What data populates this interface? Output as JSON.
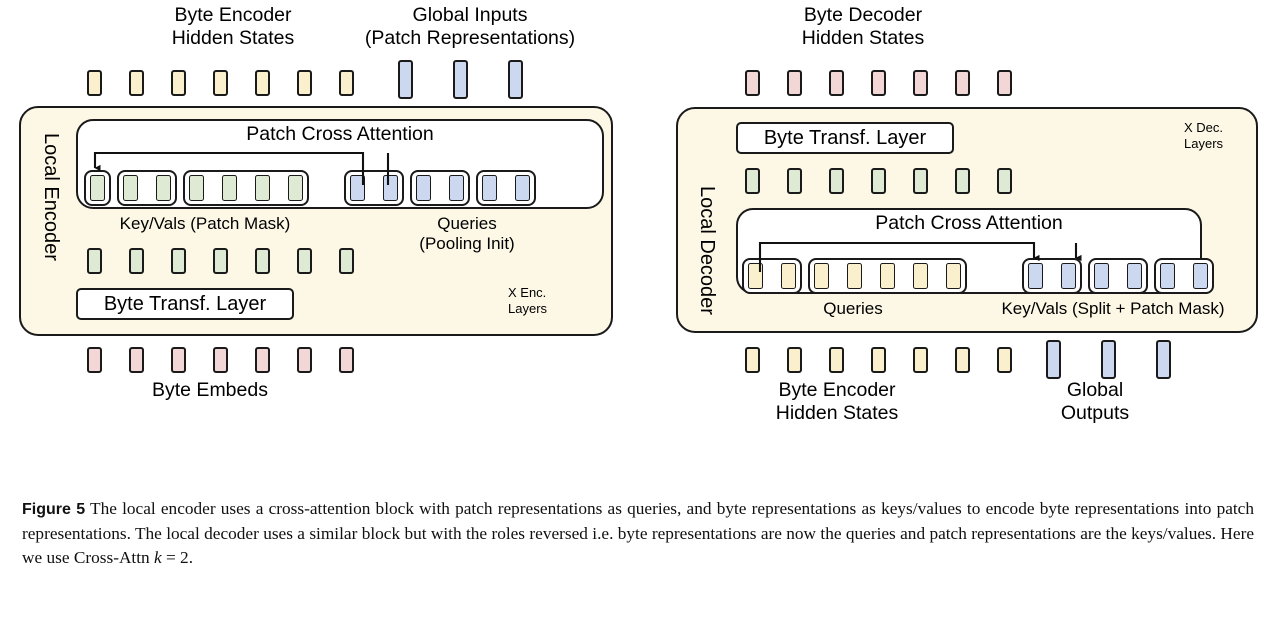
{
  "figure": {
    "number": "Figure 5",
    "caption_text": " The local encoder uses a cross-attention block with patch representations as queries, and byte representations as keys/values to encode byte representations into patch representations. The local decoder uses a similar block but with the roles reversed i.e. byte representations are now the queries and patch representations are the keys/values. Here we use Cross-Attn ",
    "caption_math_k": "k",
    "caption_math_tail": " = 2."
  },
  "colors": {
    "block_fill": "#fdf8e6",
    "stroke": "#1a1a1a",
    "cream": "#faf0ce",
    "blue": "#cbd8ef",
    "green": "#dfead5",
    "pink": "#f3d6d6",
    "panel_fill": "#ffffff"
  },
  "encoder": {
    "side_label": "Local Encoder",
    "layers_note": "X Enc.\nLayers",
    "top_left_label": "Byte Encoder\nHidden States",
    "top_right_label": "Global Inputs\n(Patch Representations)",
    "bottom_label": "Byte Embeds",
    "cross_attention_title": "Patch Cross Attention",
    "keyvals_label": "Key/Vals (Patch Mask)",
    "queries_label": "Queries\n(Pooling Init)",
    "transformer_layer_label": "Byte Transf. Layer",
    "top_hidden_states_count": 7,
    "byte_embeds_count": 7,
    "mid_green_count": 7,
    "keyvals_groups": [
      1,
      2,
      4
    ],
    "queries_groups": [
      2,
      2,
      2
    ],
    "global_inputs_count": 3
  },
  "decoder": {
    "side_label": "Local Decoder",
    "layers_note": "X Dec.\nLayers",
    "top_label": "Byte Decoder\nHidden States",
    "bottom_left_label": "Byte Encoder\nHidden States",
    "bottom_right_label": "Global\nOutputs",
    "cross_attention_title": "Patch Cross Attention",
    "queries_label": "Queries",
    "keyvals_label": "Key/Vals (Split + Patch Mask)",
    "transformer_layer_label": "Byte Transf. Layer",
    "top_hidden_states_count": 7,
    "mid_green_count": 7,
    "bottom_cream_count": 7,
    "global_outputs_count": 3,
    "queries_groups": [
      2,
      5
    ],
    "keyvals_groups": [
      2,
      2,
      2
    ]
  }
}
